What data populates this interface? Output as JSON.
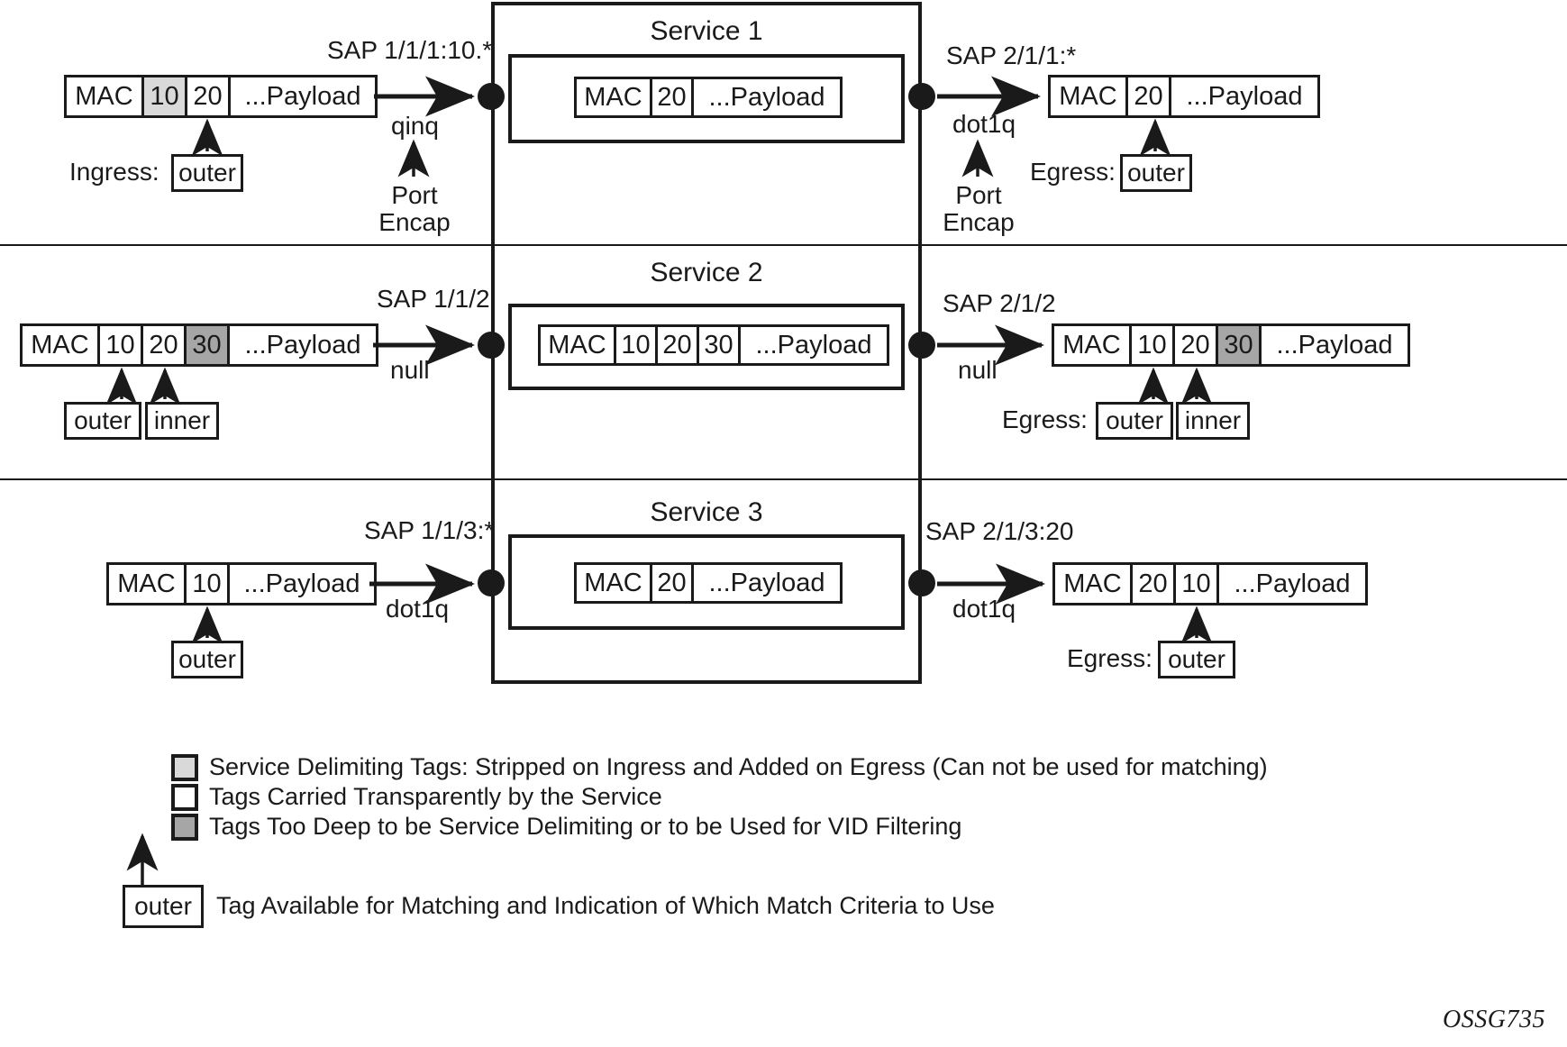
{
  "figure": {
    "id_label": "OSSG735",
    "colors": {
      "line": "#1a1a1a",
      "service_delimiting_tag": "#d9d9d9",
      "transparent_tag": "#ffffff",
      "too_deep_tag": "#a6a6a6"
    }
  },
  "rows": [
    {
      "service_title": "Service 1",
      "ingress": {
        "sap_label": "SAP 1/1/1:10.*",
        "port_encap": "qinq",
        "port_encap_caption_line1": "Port",
        "port_encap_caption_line2": "Encap",
        "direction_label": "Ingress:",
        "frame": [
          {
            "text": "MAC",
            "fill": "white"
          },
          {
            "text": "10",
            "fill": "light"
          },
          {
            "text": "20",
            "fill": "white"
          },
          {
            "text": "...Payload",
            "fill": "white"
          }
        ],
        "match_tags": [
          {
            "label": "outer",
            "points_to_cell": 2
          }
        ]
      },
      "service_frame": [
        {
          "text": "MAC",
          "fill": "white"
        },
        {
          "text": "20",
          "fill": "white"
        },
        {
          "text": "...Payload",
          "fill": "white"
        }
      ],
      "egress": {
        "sap_label": "SAP 2/1/1:*",
        "port_encap": "dot1q",
        "port_encap_caption_line1": "Port",
        "port_encap_caption_line2": "Encap",
        "direction_label": "Egress:",
        "frame": [
          {
            "text": "MAC",
            "fill": "white"
          },
          {
            "text": "20",
            "fill": "white"
          },
          {
            "text": "...Payload",
            "fill": "white"
          }
        ],
        "match_tags": [
          {
            "label": "outer",
            "points_to_cell": 1
          }
        ]
      }
    },
    {
      "service_title": "Service 2",
      "ingress": {
        "sap_label": "SAP 1/1/2",
        "port_encap": "null",
        "frame": [
          {
            "text": "MAC",
            "fill": "white"
          },
          {
            "text": "10",
            "fill": "white"
          },
          {
            "text": "20",
            "fill": "white"
          },
          {
            "text": "30",
            "fill": "dark"
          },
          {
            "text": "...Payload",
            "fill": "white"
          }
        ],
        "match_tags": [
          {
            "label": "outer",
            "points_to_cell": 1
          },
          {
            "label": "inner",
            "points_to_cell": 2
          }
        ]
      },
      "service_frame": [
        {
          "text": "MAC",
          "fill": "white"
        },
        {
          "text": "10",
          "fill": "white"
        },
        {
          "text": "20",
          "fill": "white"
        },
        {
          "text": "30",
          "fill": "white"
        },
        {
          "text": "...Payload",
          "fill": "white"
        }
      ],
      "egress": {
        "sap_label": "SAP 2/1/2",
        "port_encap": "null",
        "direction_label": "Egress:",
        "frame": [
          {
            "text": "MAC",
            "fill": "white"
          },
          {
            "text": "10",
            "fill": "white"
          },
          {
            "text": "20",
            "fill": "white"
          },
          {
            "text": "30",
            "fill": "dark"
          },
          {
            "text": "...Payload",
            "fill": "white"
          }
        ],
        "match_tags": [
          {
            "label": "outer",
            "points_to_cell": 1
          },
          {
            "label": "inner",
            "points_to_cell": 2
          }
        ]
      }
    },
    {
      "service_title": "Service 3",
      "ingress": {
        "sap_label": "SAP 1/1/3:*",
        "port_encap": "dot1q",
        "frame": [
          {
            "text": "MAC",
            "fill": "white"
          },
          {
            "text": "10",
            "fill": "white"
          },
          {
            "text": "...Payload",
            "fill": "white"
          }
        ],
        "match_tags": [
          {
            "label": "outer",
            "points_to_cell": 1
          }
        ]
      },
      "service_frame": [
        {
          "text": "MAC",
          "fill": "white"
        },
        {
          "text": "20",
          "fill": "white"
        },
        {
          "text": "...Payload",
          "fill": "white"
        }
      ],
      "egress": {
        "sap_label": "SAP 2/1/3:20",
        "port_encap": "dot1q",
        "direction_label": "Egress:",
        "frame": [
          {
            "text": "MAC",
            "fill": "white"
          },
          {
            "text": "20",
            "fill": "white"
          },
          {
            "text": "10",
            "fill": "white"
          },
          {
            "text": "...Payload",
            "fill": "white"
          }
        ],
        "match_tags": [
          {
            "label": "outer",
            "points_to_cell": 2
          }
        ]
      }
    }
  ],
  "legend": {
    "items": [
      {
        "swatch": "light",
        "text": "Service Delimiting Tags: Stripped on Ingress and Added on Egress (Can not be used for matching)"
      },
      {
        "swatch": "white",
        "text": "Tags Carried Transparently by the Service"
      },
      {
        "swatch": "dark",
        "text": "Tags Too Deep to be Service Delimiting or to be Used for VID Filtering"
      }
    ],
    "tag_example": {
      "box_label": "outer",
      "text": "Tag Available for Matching and Indication of Which Match Criteria to Use"
    }
  }
}
